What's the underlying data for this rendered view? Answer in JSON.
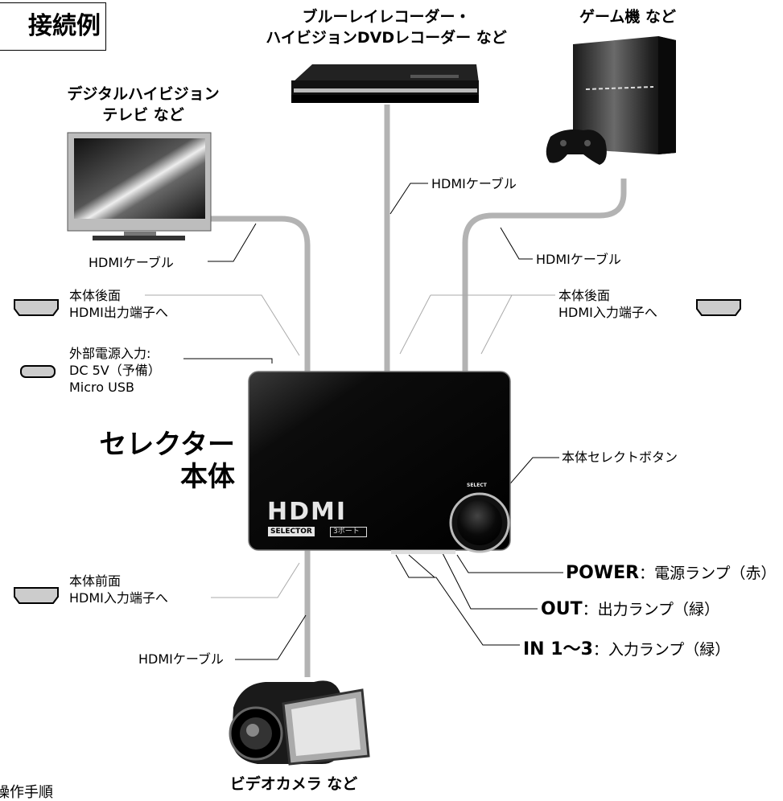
{
  "title": "接続例",
  "devices": {
    "recorder": [
      "ブルーレイレコーダー・",
      "ハイビジョンDVDレコーダー など"
    ],
    "game": "ゲーム機 など",
    "tv": [
      "デジタルハイビジョン",
      "テレビ など"
    ],
    "camera": "ビデオカメラ など"
  },
  "cables": {
    "top": "HDMIケーブル",
    "left": "HDMIケーブル",
    "right": "HDMIケーブル",
    "bottom": "HDMIケーブル"
  },
  "ports": {
    "rear_out": [
      "本体後面",
      "HDMI出力端子へ"
    ],
    "power": [
      "外部電源入力:",
      "DC 5V（予備）",
      "Micro USB"
    ],
    "rear_in": [
      "本体後面",
      "HDMI入力端子へ"
    ],
    "front_in": [
      "本体前面",
      "HDMI入力端子へ"
    ]
  },
  "selector": {
    "name": [
      "セレクター",
      "本体"
    ],
    "logo": "HDMI",
    "subtitle": "SELECTOR",
    "port_badge": "3ポート",
    "select_label": "SELECT",
    "select_button_label": "本体セレクトボタン"
  },
  "lamps": [
    {
      "code": "POWER",
      "desc": "：電源ランプ（赤）"
    },
    {
      "code": "OUT",
      "desc": "：出力ランプ（緑）"
    },
    {
      "code": "IN 1〜3",
      "desc": "：入力ランプ（緑）"
    }
  ],
  "footer_fragment": "操作手順"
}
